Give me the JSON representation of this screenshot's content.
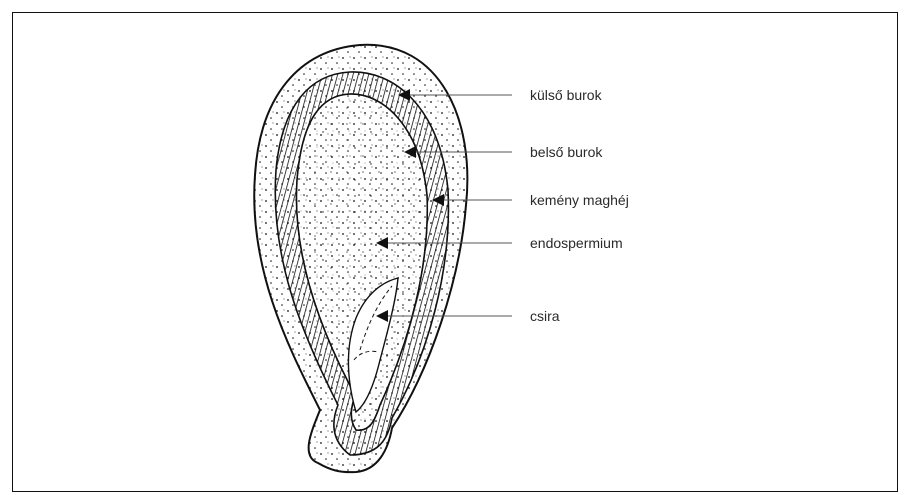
{
  "diagram": {
    "labels": {
      "outer_coat": "külső burok",
      "inner_coat": "belső burok",
      "hard_seed_coat": "kemény maghéj",
      "endosperm": "endospermium",
      "embryo": "csira"
    },
    "colors": {
      "ink": "#111111",
      "leader": "#555555",
      "text": "#2a2a2a",
      "background": "#ffffff"
    }
  }
}
